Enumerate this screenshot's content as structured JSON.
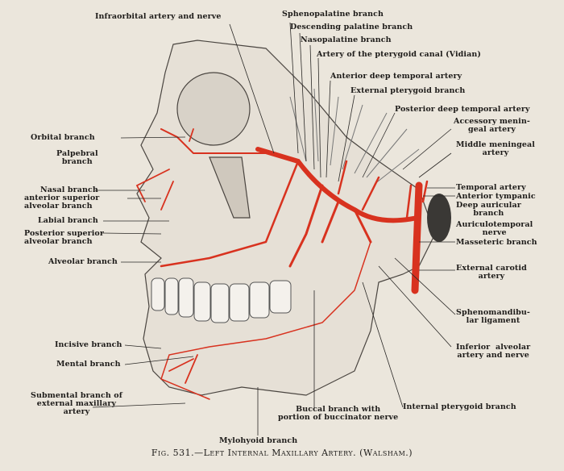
{
  "figure": {
    "caption": "Fig. 531.—Left Internal Maxillary Artery.  (Walsham.)",
    "colors": {
      "artery": "#d8321f",
      "paper": "#ebe6dc",
      "bone": "#e9e4dc",
      "ink": "#1e1c1a"
    },
    "labels": {
      "infraorbital": "Infraorbital artery and nerve",
      "sphenopalatine": "Sphenopalatine branch",
      "descending_palatine": "Descending palatine branch",
      "nasopalatine": "Nasopalatine branch",
      "pterygoid_canal": "Artery of the pterygoid canal (Vidian)",
      "anterior_deep_temporal": "Anterior deep temporal artery",
      "external_pterygoid": "External pterygoid branch",
      "posterior_deep_temporal": "Posterior deep temporal artery",
      "accessory_meningeal": "Accessory menin-\ngeal artery",
      "middle_meningeal": "Middle meningeal\nartery",
      "temporal": "Temporal artery",
      "anterior_tympanic": "Anterior tympanic",
      "deep_auricular": "Deep auricular\nbranch",
      "auriculotemporal": "Auriculotemporal\nnerve",
      "masseteric": "Masseteric branch",
      "external_carotid": "External carotid\nartery",
      "sphenomandibular": "Sphenomandibu-\nlar ligament",
      "inferior_alveolar": "Inferior  alveolar\nartery and nerve",
      "internal_pterygoid": "Internal pterygoid branch",
      "buccal": "Buccal branch with\nportion of buccinator nerve",
      "mylohyoid": "Mylohyoid branch",
      "orbital": "Orbital branch",
      "palpebral": "Palpebral\nbranch",
      "nasal": "Nasal branch",
      "anterior_superior_alveolar": "anterior superior\nalveolar branch",
      "labial": "Labial branch",
      "posterior_superior_alveolar": "Posterior superior\nalveolar branch",
      "alveolar": "Alveolar branch",
      "incisive": "Incisive branch",
      "mental": "Mental branch",
      "submental": "Submental branch of\nexternal maxillary\nartery"
    }
  }
}
